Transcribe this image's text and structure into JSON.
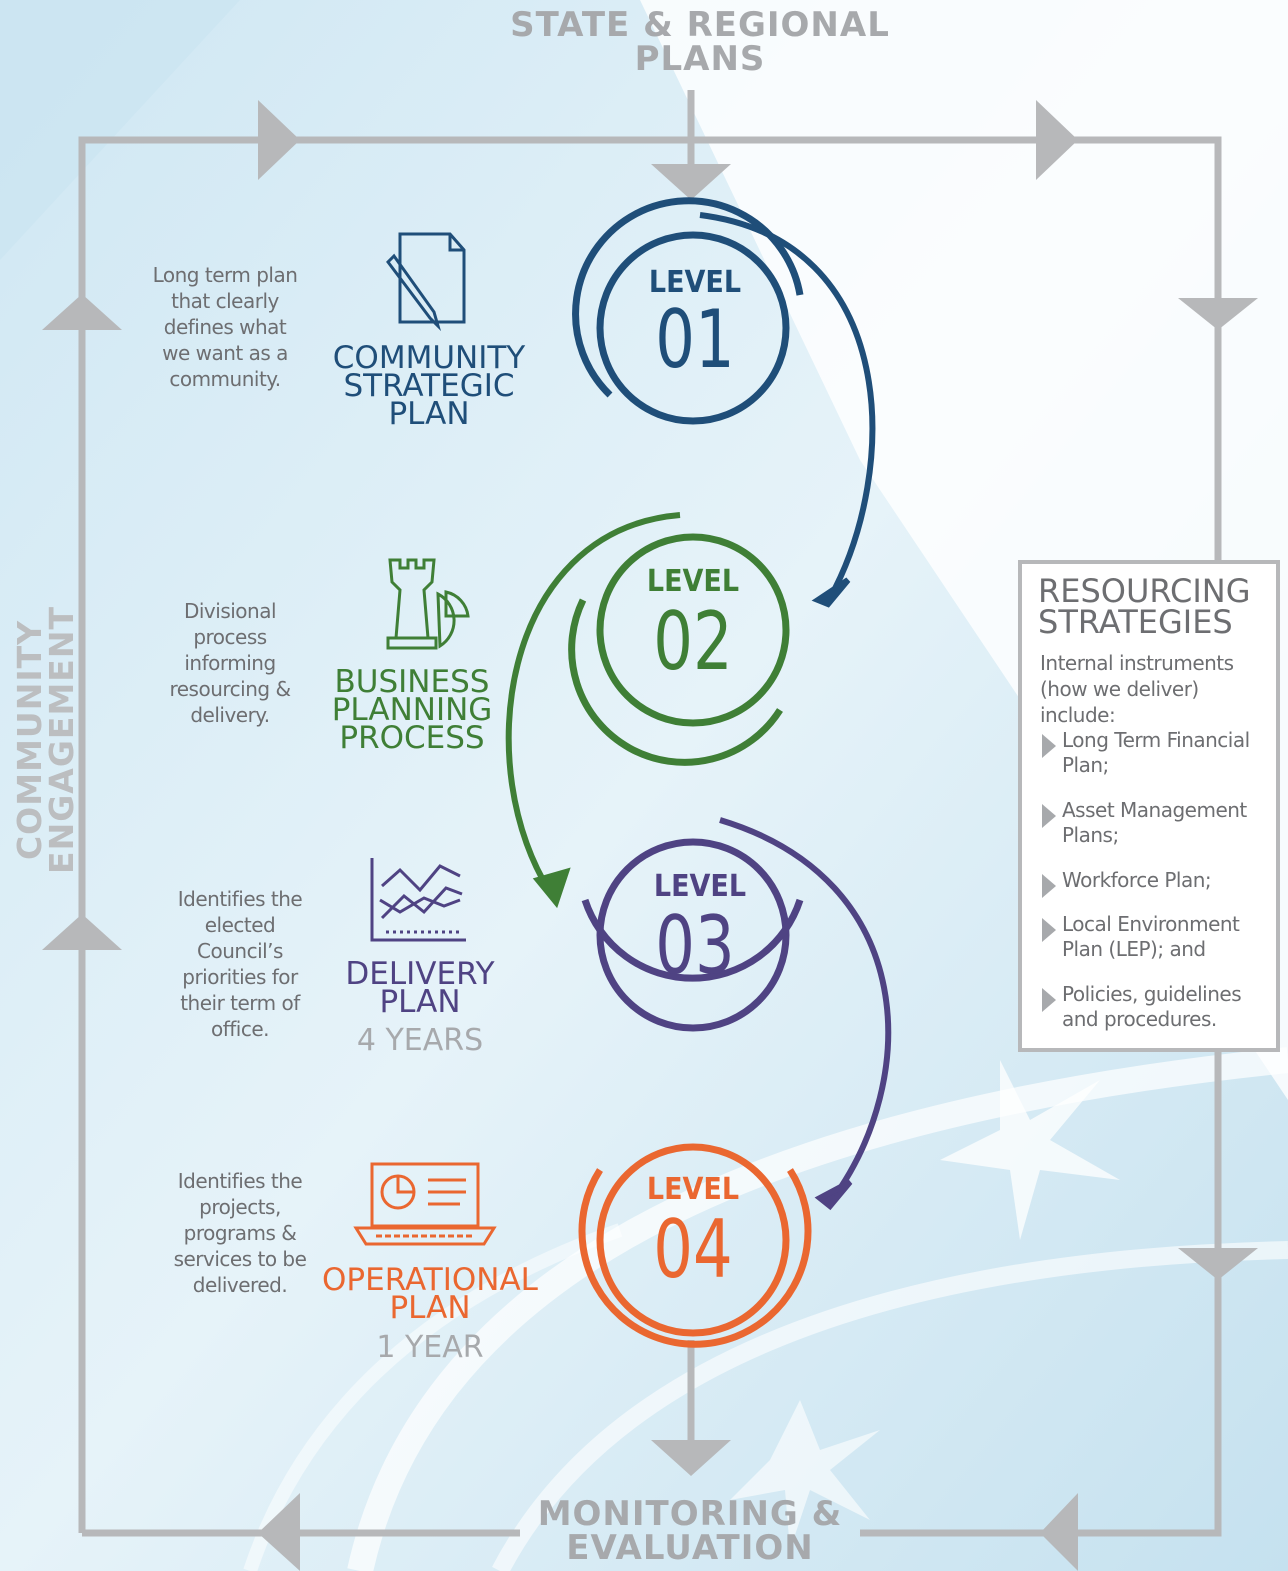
{
  "flow": {
    "top_input": "STATE & REGIONAL PLANS",
    "bottom_output": "MONITORING & EVALUATION",
    "left_loop": "COMMUNITY ENGAGEMENT"
  },
  "levels": [
    {
      "word": "LEVEL",
      "number": "01",
      "color": "#1f4e79",
      "icon": "document-pen-icon",
      "title": "COMMUNITY STRATEGIC PLAN",
      "subtitle": "",
      "description": "Long term plan that clearly defines what we want as a community."
    },
    {
      "word": "LEVEL",
      "number": "02",
      "color": "#3f7f36",
      "icon": "chess-rook-pie-chart-icon",
      "title": "BUSINESS PLANNING PROCESS",
      "subtitle": "",
      "description": "Divisional process informing resourcing & delivery."
    },
    {
      "word": "LEVEL",
      "number": "03",
      "color": "#4f4383",
      "icon": "trend-chart-icon",
      "title": "DELIVERY PLAN",
      "subtitle": "4 YEARS",
      "description": "Identifies the elected Council’s priorities for their term of office."
    },
    {
      "word": "LEVEL",
      "number": "04",
      "color": "#ea6730",
      "icon": "laptop-dashboard-icon",
      "title": "OPERATIONAL PLAN",
      "subtitle": "1 YEAR",
      "description": "Identifies the projects, programs & services to be delivered."
    }
  ],
  "resourcing": {
    "title": "RESOURCING STRATEGIES",
    "intro": "Internal instruments (how we deliver) include:",
    "items": [
      "Long Term Financial Plan;",
      "Asset Management Plans;",
      "Workforce Plan;",
      "Local Environment Plan (LEP); and",
      "Policies, guidelines and procedures."
    ]
  },
  "colors": {
    "frame": "#b7b8ba",
    "muted_text": "#6d6e71",
    "heading_grey": "#a7a9ac"
  }
}
